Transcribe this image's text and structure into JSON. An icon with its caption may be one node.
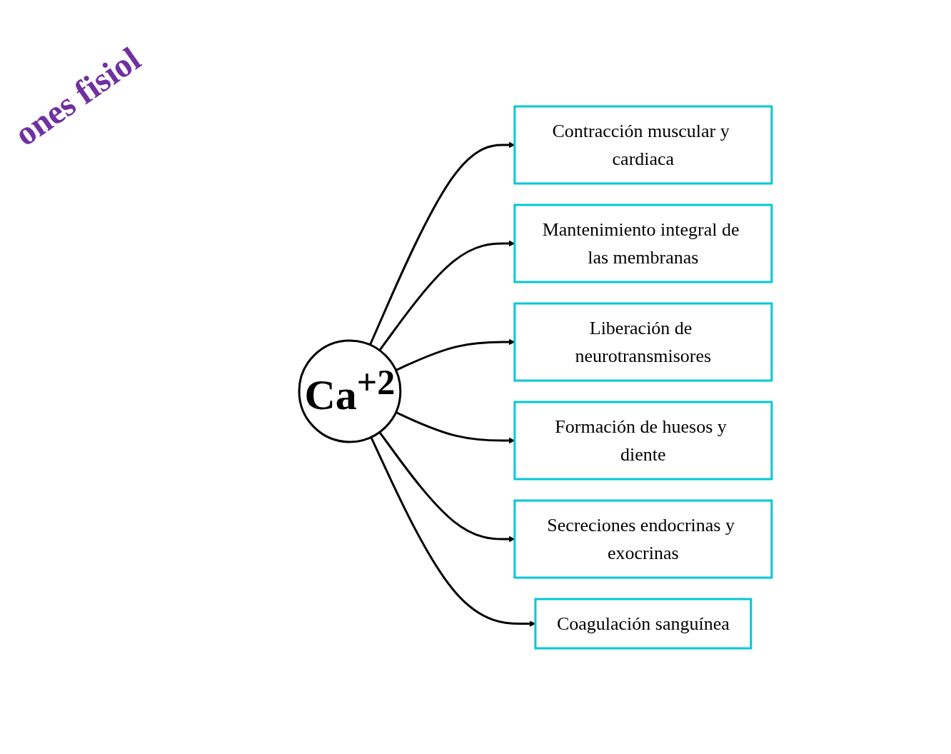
{
  "diagram": {
    "nodes": [
      {
        "text": [
          "Contracción muscular y cardiaca"
        ]
      },
      {
        "text": [
          "Mantenimiento integral de las membranas"
        ]
      },
      {
        "text": [
          "Liberación de neurotransmisores"
        ]
      },
      {
        "text": [
          "Ca$^{+2}$"
        ]
      },
      {
        "text": [
          "Formación de huesos y diente"
        ]
      },
      {
        "text": [
          "Secreciones endocrinas y exocrinas"
        ]
      },
      {
        "text": [
          "Coagulación sanguínea"
        ]
      }
    ],
    "edges": [
      {
        "from": 3,
        "to": 0,
        "arrow": "to"
      },
      {
        "from": 3,
        "to": 1,
        "arrow": "to"
      },
      {
        "from": 3,
        "to": 2,
        "arrow": "to"
      },
      {
        "from": 3,
        "to": 4,
        "arrow": "to"
      },
      {
        "from": 3,
        "to": 5,
        "arrow": "to"
      },
      {
        "from": 3,
        "to": 6,
        "arrow": "to"
      }
    ],
    "labels": [
      "ones fisiol"
    ]
  }
}
